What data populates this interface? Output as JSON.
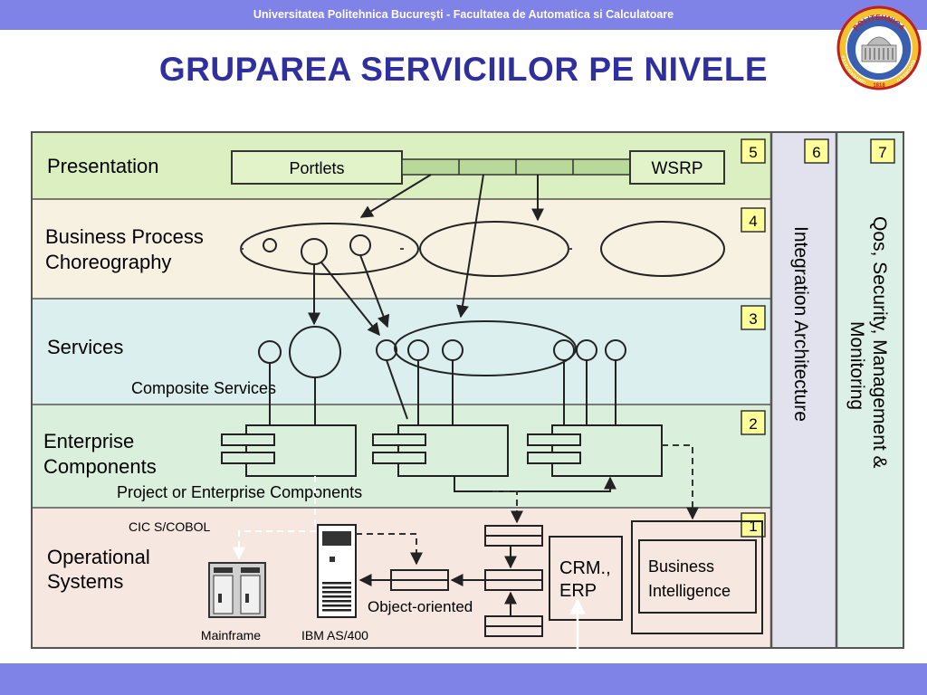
{
  "header": {
    "university": "Universitatea Politehnica Bucureşti - Facultatea de Automatica si Calculatoare"
  },
  "slide": {
    "title": "GRUPAREA SERVICIILOR PE NIVELE"
  },
  "logo": {
    "top_text": "POLITEHNICA",
    "year": "1818",
    "left_text": "UNIVERSITATEA",
    "right_text": "BUCURESTI"
  },
  "layers": {
    "presentation": {
      "label": "Presentation",
      "number": "5",
      "portlets": "Portlets",
      "wsrp": "WSRP"
    },
    "business_process": {
      "label_line1": "Business Process",
      "label_line2": "Choreography",
      "number": "4"
    },
    "services": {
      "label": "Services",
      "number": "3",
      "composite": "Composite Services"
    },
    "enterprise": {
      "label_line1": "Enterprise",
      "label_line2": "Components",
      "number": "2",
      "project": "Project or Enterprise Components"
    },
    "operational": {
      "label_line1": "Operational",
      "label_line2": "Systems",
      "number": "1",
      "cics": "CIC S/COBOL",
      "mainframe": "Mainframe",
      "ibm": "IBM AS/400",
      "object_oriented": "Object-oriented",
      "crm_line1": "CRM.,",
      "crm_line2": "ERP",
      "bi_line1": "Business",
      "bi_line2": "Intelligence"
    }
  },
  "columns": {
    "integration": {
      "number": "6",
      "label": "Integration Architecture"
    },
    "qos": {
      "number": "7",
      "label_line1": "Qos, Security, Management &",
      "label_line2": "Monitoring"
    }
  },
  "colors": {
    "bar": "#7f82e6",
    "title": "#2f2f9e",
    "presentation_bg": "#dcefc0",
    "business_bg": "#f7f1e2",
    "services_bg": "#dcefef",
    "enterprise_bg": "#dbefdd",
    "operational_bg": "#f7e7e1",
    "integration_bg": "#e2e2ee",
    "qos_bg": "#dcf0e8",
    "number_box": "#ffff99",
    "portlets_box": "#e3f3c9"
  }
}
